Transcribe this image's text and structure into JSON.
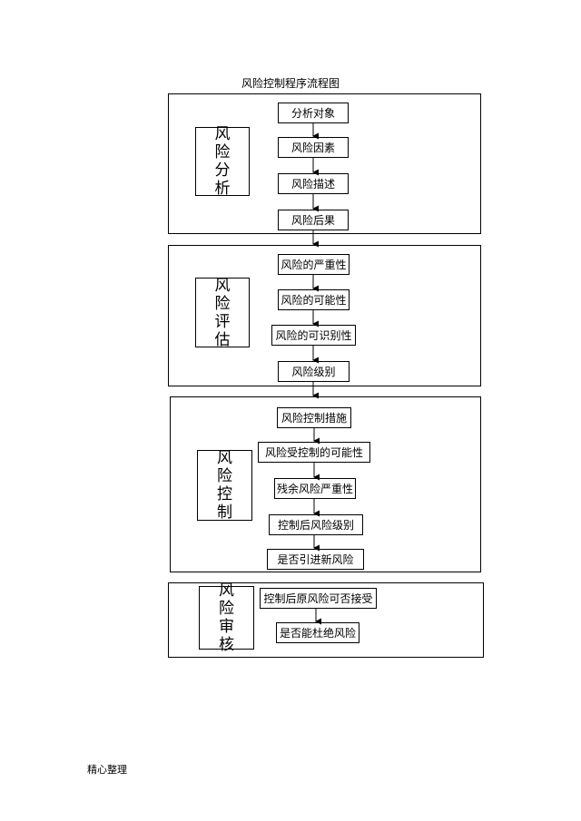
{
  "title": "风险控制程序流程图",
  "sections": [
    {
      "label": "风险分析",
      "steps": [
        "分析对象",
        "风险因素",
        "风险描述",
        "风险后果"
      ]
    },
    {
      "label": "风险评估",
      "steps": [
        "风险的严重性",
        "风险的可能性",
        "风险的可识别性",
        "风险级别"
      ]
    },
    {
      "label": "风险控制",
      "steps": [
        "风险控制措施",
        "风险受控制的可能性",
        "残余风险严重性",
        "控制后风险级别",
        "是否引进新风险"
      ]
    },
    {
      "label": "风险审核",
      "steps": [
        "控制后原风险可否接受",
        "是否能杜绝风险"
      ]
    }
  ],
  "footer": "精心整理"
}
